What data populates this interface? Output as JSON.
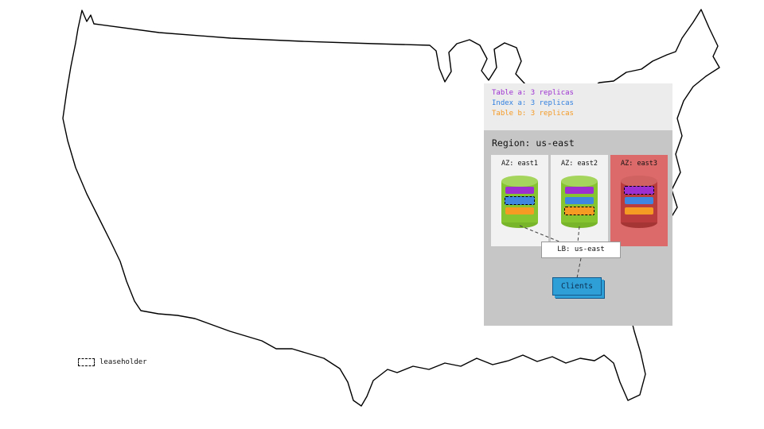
{
  "summary": {
    "lines": [
      {
        "text": "Table a: 3 replicas",
        "color": "#9d2fd1"
      },
      {
        "text": "Index a: 3 replicas",
        "color": "#2f7fe0"
      },
      {
        "text": "Table b: 3 replicas",
        "color": "#f59a23"
      }
    ]
  },
  "region": {
    "title": "Region: us-east",
    "azs": [
      {
        "label": "AZ: east1",
        "status": "up",
        "leaseholder": "index-a"
      },
      {
        "label": "AZ: east2",
        "status": "up",
        "leaseholder": "table-b"
      },
      {
        "label": "AZ: east3",
        "status": "down",
        "leaseholder": "table-a"
      }
    ],
    "load_balancer": {
      "label": "LB: us-east"
    },
    "clients": {
      "label": "Clients"
    }
  },
  "legend": {
    "leaseholder": "leaseholder"
  },
  "colors": {
    "table_a": "#9d2fd1",
    "index_a": "#3f86e0",
    "table_b": "#f59a23",
    "az_up_bg": "#f2f2f2",
    "az_down_bg": "#dd6a6a",
    "cylinder_up": "#86c530",
    "cylinder_down": "#ba3c3c",
    "region_bg": "#c6c6c6",
    "summary_bg": "#ececec",
    "clients_blue": "#2f9fd8"
  }
}
